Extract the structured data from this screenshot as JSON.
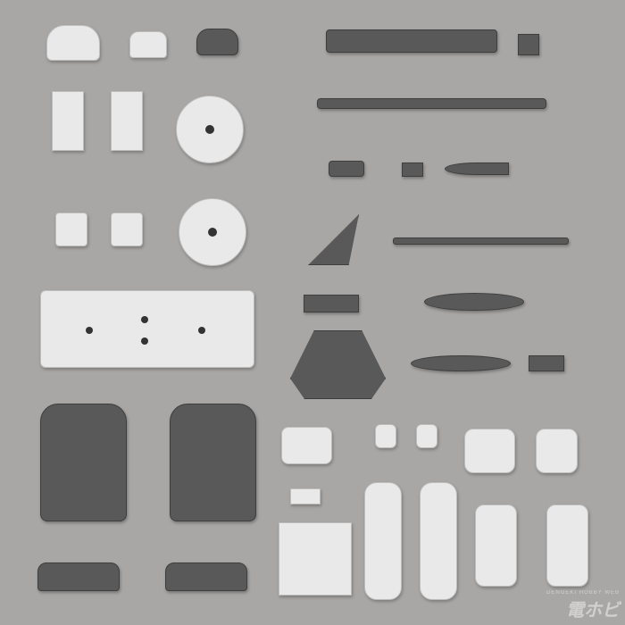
{
  "image": {
    "description": "Product photo of plastic model kit parts (white and dark gray) laid out on a gray background",
    "background_color": "#a9a7a5",
    "part_colors": {
      "white": "#e9e9e9",
      "dark": "#595959"
    }
  },
  "watermark": {
    "small_text": "DENGEKI HOBBY WEB",
    "big_text": "電ホビ"
  }
}
